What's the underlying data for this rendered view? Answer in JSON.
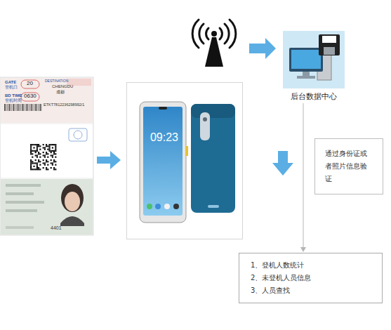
{
  "diagram": {
    "nodes": [
      {
        "text": [
          "GATE",
          "登机口",
          "20",
          "DESTINATION",
          "CHENGDU",
          "成都",
          "BD TIME",
          "登机时间",
          "0630",
          "ETKT7812236298992/1",
          "4401"
        ]
      },
      {
        "text": [
          "09:23"
        ]
      },
      {
        "text": [
          "后台数据中心"
        ]
      },
      {
        "text": [
          "通过身份证或者照片信息验证"
        ]
      },
      {
        "text": [
          "1、登机人数统计",
          "2、未登机人员信息",
          "3、人员查找"
        ]
      }
    ],
    "edges": [
      {
        "from": 0,
        "to": 1,
        "arrow": "to"
      },
      {
        "from": 2,
        "to": 4,
        "arrow": "to"
      }
    ]
  }
}
